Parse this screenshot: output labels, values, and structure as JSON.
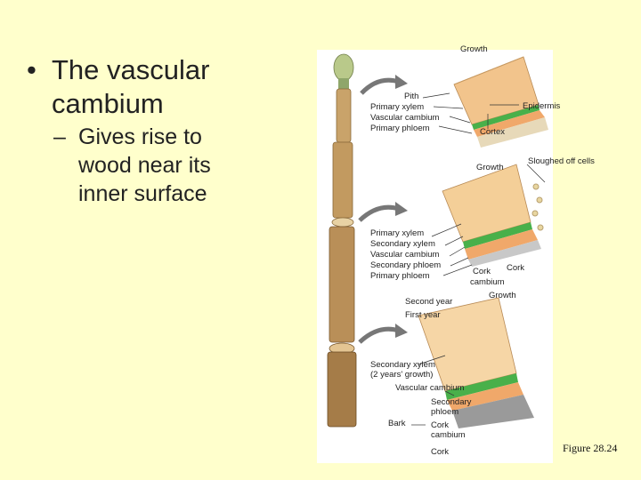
{
  "slide": {
    "bullet": "The vascular cambium",
    "bullet_line1": "The vascular",
    "bullet_line2": "cambium",
    "sub_line1": "Gives rise to",
    "sub_line2": "wood near its",
    "sub_line3": "inner surface"
  },
  "figure": {
    "labels": {
      "growth_top": "Growth",
      "pith": "Pith",
      "primary_xylem_1": "Primary xylem",
      "vascular_cambium_1": "Vascular cambium",
      "primary_phloem_1": "Primary phloem",
      "epidermis": "Epidermis",
      "cortex": "Cortex",
      "growth_mid": "Growth",
      "sloughed": "Sloughed off cells",
      "primary_xylem_2": "Primary xylem",
      "secondary_xylem_2": "Secondary xylem",
      "vascular_cambium_2": "Vascular cambium",
      "secondary_phloem_2": "Secondary phloem",
      "primary_phloem_2": "Primary phloem",
      "cork": "Cork",
      "cork_cambium_a": "Cork",
      "cork_cambium_b": "cambium",
      "second_year": "Second year",
      "first_year": "First year",
      "growth_low": "Growth",
      "secondary_xylem_3a": "Secondary xylem",
      "secondary_xylem_3b": "(2 years' growth)",
      "vascular_cambium_3": "Vascular cambium",
      "secondary_phloem_3a": "Secondary",
      "secondary_phloem_3b": "phloem",
      "bark": "Bark",
      "cork_cambium_3a": "Cork",
      "cork_cambium_3b": "cambium",
      "cork_3": "Cork"
    },
    "caption": "Figure 28.24"
  },
  "colors": {
    "background": "#ffffcc",
    "stem": "#c9a36a",
    "bud": "#b9c98a",
    "wood": "#f0c48c",
    "cambium": "#49b04a",
    "cork": "#9a9a9a"
  }
}
